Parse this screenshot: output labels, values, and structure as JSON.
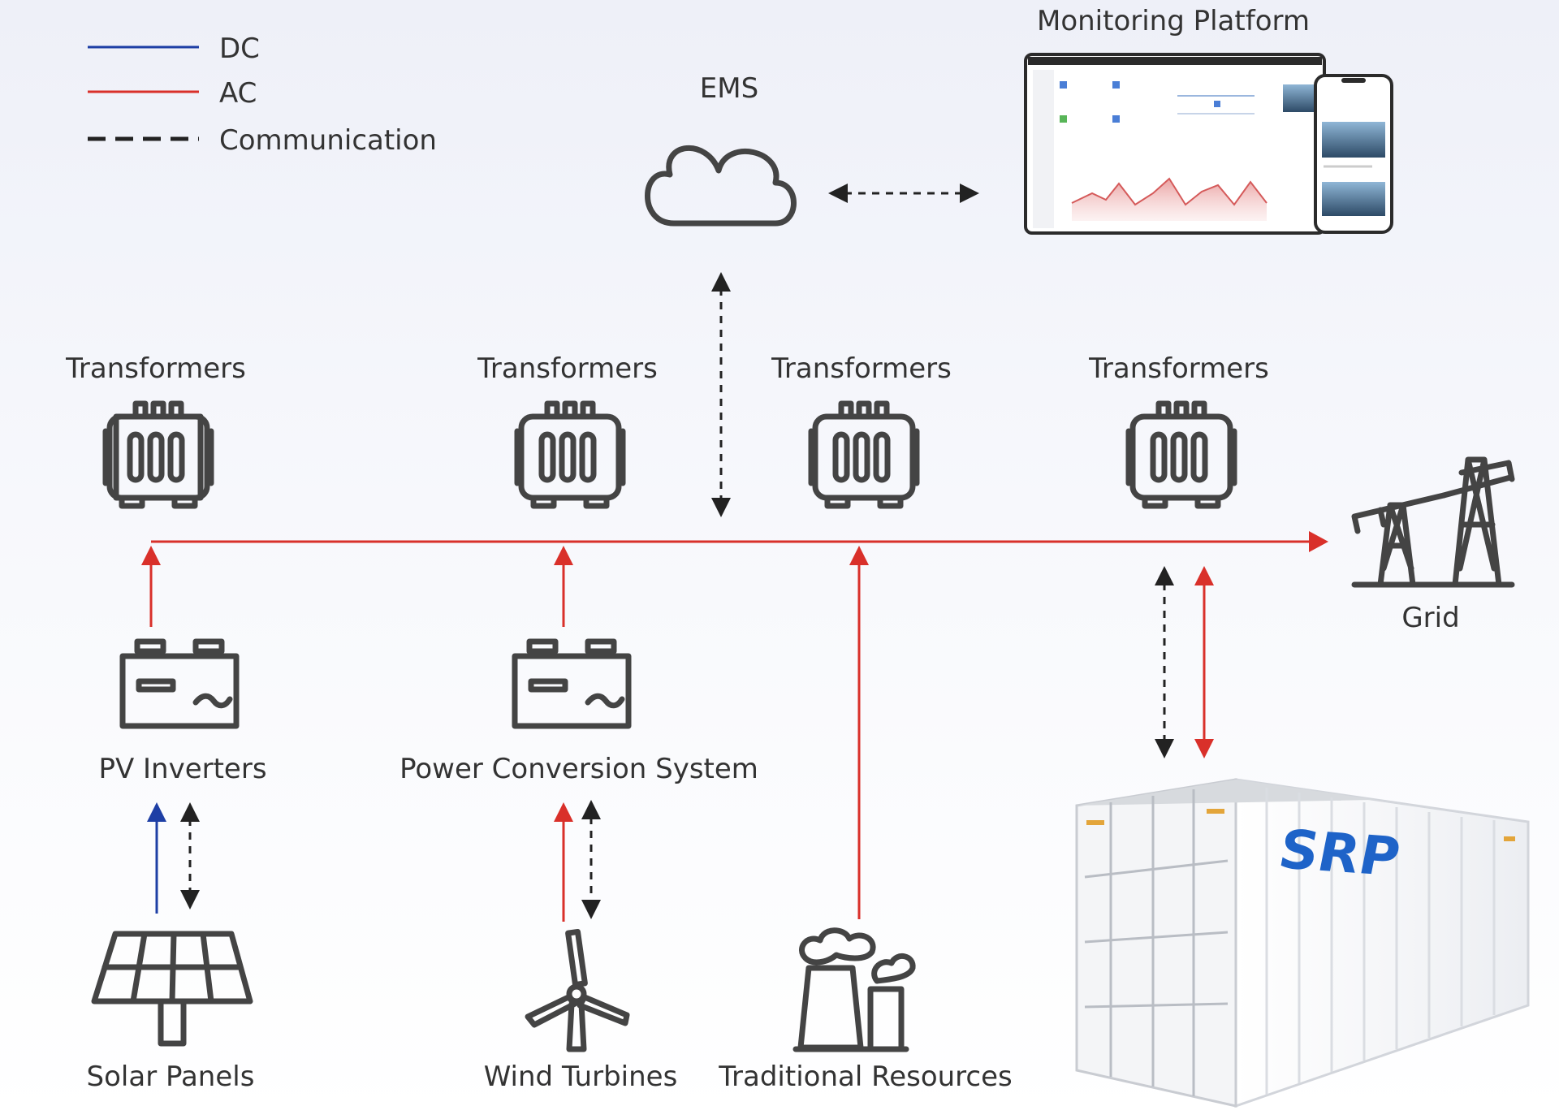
{
  "legend": {
    "dc": "DC",
    "ac": "AC",
    "communication": "Communication"
  },
  "labels": {
    "monitoring_platform": "Monitoring Platform",
    "ems": "EMS",
    "transformers_1": "Transformers",
    "transformers_2": "Transformers",
    "transformers_3": "Transformers",
    "transformers_4": "Transformers",
    "grid": "Grid",
    "pv_inverters": "PV Inverters",
    "power_conversion_system": "Power Conversion System",
    "solar_panels": "Solar Panels",
    "wind_turbines": "Wind Turbines",
    "traditional_resources": "Traditional Resources",
    "container_logo": "SRP"
  },
  "colors": {
    "dc": "#1e3fa5",
    "ac": "#d9302a",
    "communication": "#222222",
    "icon": "#444444",
    "logo": "#1e63c8"
  },
  "icons": {
    "ems": "cloud-icon",
    "transformer": "transformer-icon",
    "inverter": "inverter-icon",
    "solar": "solar-panel-icon",
    "wind": "wind-turbine-icon",
    "plant": "power-plant-icon",
    "grid": "transmission-tower-icon",
    "storage": "battery-container-icon",
    "monitor": "laptop-phone-icon"
  }
}
